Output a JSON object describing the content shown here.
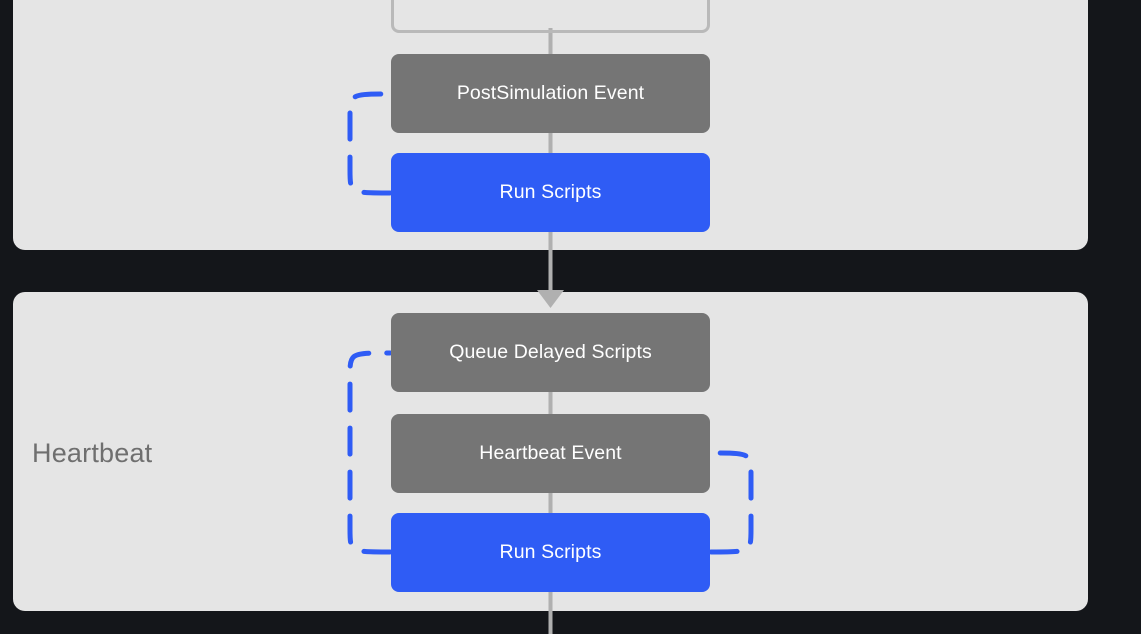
{
  "theme": {
    "background": "#14161a",
    "panel_fill": "#e5e5e5",
    "event_node_fill": "#757575",
    "action_node_fill": "#2f5cf5",
    "loop_stroke": "#2f5cf5",
    "connector_stroke": "#b0b0b0",
    "panel_label_color": "#6f6f6f",
    "node_text_color": "#ffffff",
    "outline_node_border": "#b9b9b9"
  },
  "diagram": {
    "type": "flowchart",
    "orientation": "vertical",
    "groups": [
      {
        "id": "simulation",
        "label": "",
        "label_visible": false,
        "clipped_top": true,
        "nodes": [
          {
            "id": "presim-node",
            "label": "",
            "kind": "outline",
            "clipped": true
          },
          {
            "id": "postsimulation-event",
            "label": "PostSimulation Event",
            "kind": "event"
          },
          {
            "id": "postsimulation-run-scripts",
            "label": "Run Scripts",
            "kind": "action"
          }
        ],
        "loops": [
          {
            "id": "postsimulation-loop",
            "side": "left",
            "from": "postsimulation-run-scripts",
            "to": "postsimulation-event",
            "style": "dashed"
          }
        ]
      },
      {
        "id": "heartbeat",
        "label": "Heartbeat",
        "label_visible": true,
        "clipped_top": false,
        "nodes": [
          {
            "id": "queue-delayed-scripts",
            "label": "Queue Delayed Scripts",
            "kind": "event"
          },
          {
            "id": "heartbeat-event",
            "label": "Heartbeat Event",
            "kind": "event"
          },
          {
            "id": "heartbeat-run-scripts",
            "label": "Run Scripts",
            "kind": "action"
          }
        ],
        "loops": [
          {
            "id": "heartbeat-outer-loop",
            "side": "left",
            "from": "heartbeat-run-scripts",
            "to": "queue-delayed-scripts",
            "style": "dashed"
          },
          {
            "id": "heartbeat-inner-loop",
            "side": "right",
            "from": "heartbeat-run-scripts",
            "to": "heartbeat-event",
            "style": "dashed"
          }
        ]
      }
    ],
    "connectors": [
      {
        "id": "presim-to-postsim",
        "arrow": false
      },
      {
        "id": "postsim-event-to-run",
        "arrow": false
      },
      {
        "id": "simulation-to-heartbeat",
        "arrow": true
      },
      {
        "id": "queue-to-heartbeat-event",
        "arrow": false
      },
      {
        "id": "heartbeat-event-to-run",
        "arrow": false
      },
      {
        "id": "heartbeat-to-next",
        "arrow": false
      }
    ]
  }
}
